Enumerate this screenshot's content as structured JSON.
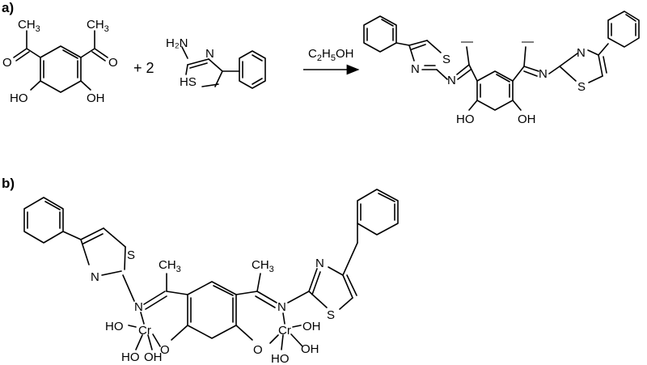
{
  "panel_a": {
    "label": "a)",
    "reactant_1": {
      "methyl_left": "CH",
      "methyl_left_sub": "3",
      "oxygen_left": "O",
      "methyl_right": "CH",
      "methyl_right_sub": "3",
      "oxygen_right": "O",
      "hydroxyl_left": "HO",
      "hydroxyl_right": "OH"
    },
    "plus_text": "+ 2",
    "reactant_2": {
      "amine": "H₂N",
      "n_label": "N",
      "s_label": "HS"
    },
    "reagent": {
      "main": "C",
      "sub1": "2",
      "mid": "H",
      "sub2": "5",
      "tail": "OH"
    },
    "product": {
      "n_left": "N",
      "s_left": "S",
      "imine_left": "N",
      "n_right": "N",
      "s_right": "S",
      "imine_right": "N",
      "hydroxyl_left": "HO",
      "hydroxyl_right": "OH"
    }
  },
  "panel_b": {
    "label": "b)",
    "complex": {
      "s_left": "S",
      "n_left_ring": "N",
      "n_left_imine": "N",
      "methyl_left": "CH",
      "methyl_left_sub": "3",
      "methyl_right": "CH",
      "methyl_right_sub": "3",
      "n_right_ring": "N",
      "s_right": "S",
      "n_right_imine": "N",
      "cr_left": "Cr",
      "cr_right": "Cr",
      "ho_left_1": "HO",
      "ho_left_2": "HO",
      "oh_left_3": "OH",
      "o_left": "O",
      "o_right": "O",
      "oh_right_1": "OH",
      "oh_right_2": "OH",
      "ho_right_3": "HO"
    }
  }
}
